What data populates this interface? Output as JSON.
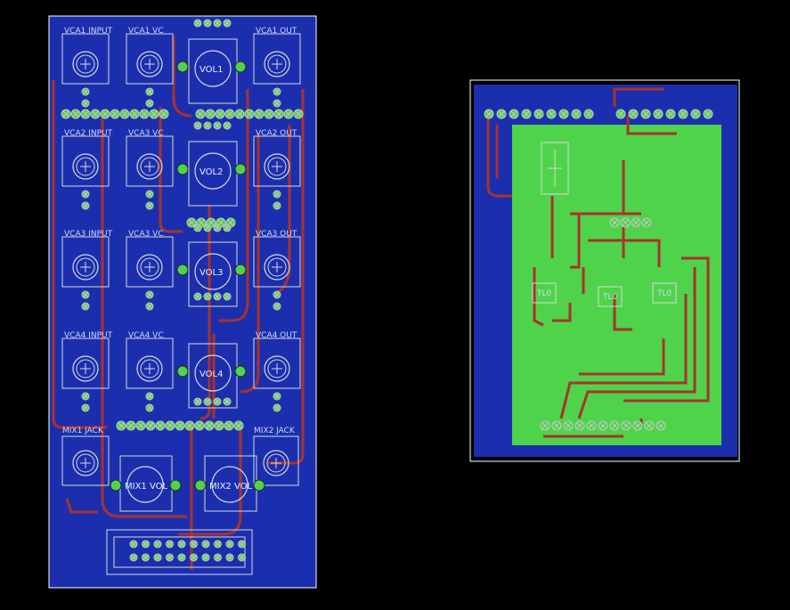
{
  "colors": {
    "background": "#000000",
    "board_blue": "#1b2fae",
    "copper_green": "#4fd34a",
    "trace_red": "#a8322e",
    "pad": "#c8c8c8",
    "silk": "#d8d8d8"
  },
  "left_board": {
    "jack_rows": [
      {
        "left": "VCA1 INPUT",
        "mid": "VCA1 VC",
        "right": "VCA1 OUT",
        "pot": "VOL1"
      },
      {
        "left": "VCA2 INPUT",
        "mid": "VCA3 VC",
        "right": "VCA2 OUT",
        "pot": "VOL2"
      },
      {
        "left": "VCA3 INPUT",
        "mid": "VCA3 VC",
        "right": "VCA3 OUT",
        "pot": "VOL3"
      },
      {
        "left": "VCA4 INPUT",
        "mid": "VCA4 VC",
        "right": "VCA4 OUT",
        "pot": "VOL4"
      }
    ],
    "mix_left": "MIX1 JACK",
    "mix_right": "MIX2 JACK",
    "mix_pot_left": "MIX1 VOL",
    "mix_pot_right": "MIX2 VOL"
  },
  "right_board": {
    "ic_labels": [
      "TL0",
      "TL0",
      "TL0"
    ]
  }
}
